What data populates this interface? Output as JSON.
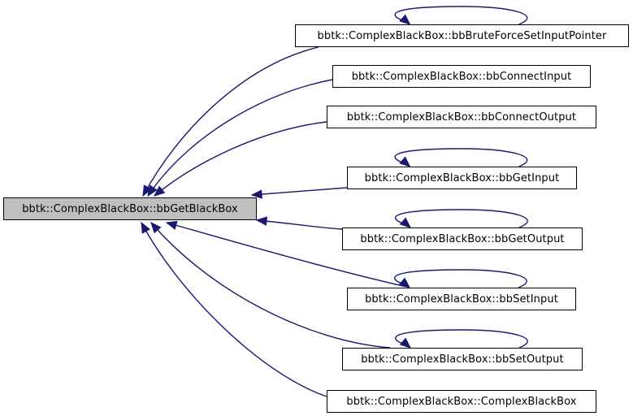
{
  "graph": {
    "edge_color": "#191970",
    "focus_fill": "#bfbfbf",
    "focus_node": {
      "id": "getblackbox",
      "label": "bbtk::ComplexBlackBox::bbGetBlackBox"
    },
    "callers": [
      {
        "id": "bruteforce",
        "label": "bbtk::ComplexBlackBox::bbBruteForceSetInputPointer",
        "self_loop": true
      },
      {
        "id": "connectinput",
        "label": "bbtk::ComplexBlackBox::bbConnectInput",
        "self_loop": false
      },
      {
        "id": "connectoutput",
        "label": "bbtk::ComplexBlackBox::bbConnectOutput",
        "self_loop": false
      },
      {
        "id": "getinput",
        "label": "bbtk::ComplexBlackBox::bbGetInput",
        "self_loop": true
      },
      {
        "id": "getoutput",
        "label": "bbtk::ComplexBlackBox::bbGetOutput",
        "self_loop": true
      },
      {
        "id": "setinput",
        "label": "bbtk::ComplexBlackBox::bbSetInput",
        "self_loop": true
      },
      {
        "id": "setoutput",
        "label": "bbtk::ComplexBlackBox::bbSetOutput",
        "self_loop": true
      },
      {
        "id": "ctor",
        "label": "bbtk::ComplexBlackBox::ComplexBlackBox",
        "self_loop": false
      }
    ],
    "edges": [
      {
        "from": "bruteforce",
        "to": "getblackbox"
      },
      {
        "from": "connectinput",
        "to": "getblackbox"
      },
      {
        "from": "connectoutput",
        "to": "getblackbox"
      },
      {
        "from": "getinput",
        "to": "getblackbox"
      },
      {
        "from": "getoutput",
        "to": "getblackbox"
      },
      {
        "from": "setinput",
        "to": "getblackbox"
      },
      {
        "from": "setoutput",
        "to": "getblackbox"
      },
      {
        "from": "ctor",
        "to": "getblackbox"
      },
      {
        "from": "bruteforce",
        "to": "bruteforce"
      },
      {
        "from": "getinput",
        "to": "getinput"
      },
      {
        "from": "getoutput",
        "to": "getoutput"
      },
      {
        "from": "setinput",
        "to": "setinput"
      },
      {
        "from": "setoutput",
        "to": "setoutput"
      }
    ]
  }
}
